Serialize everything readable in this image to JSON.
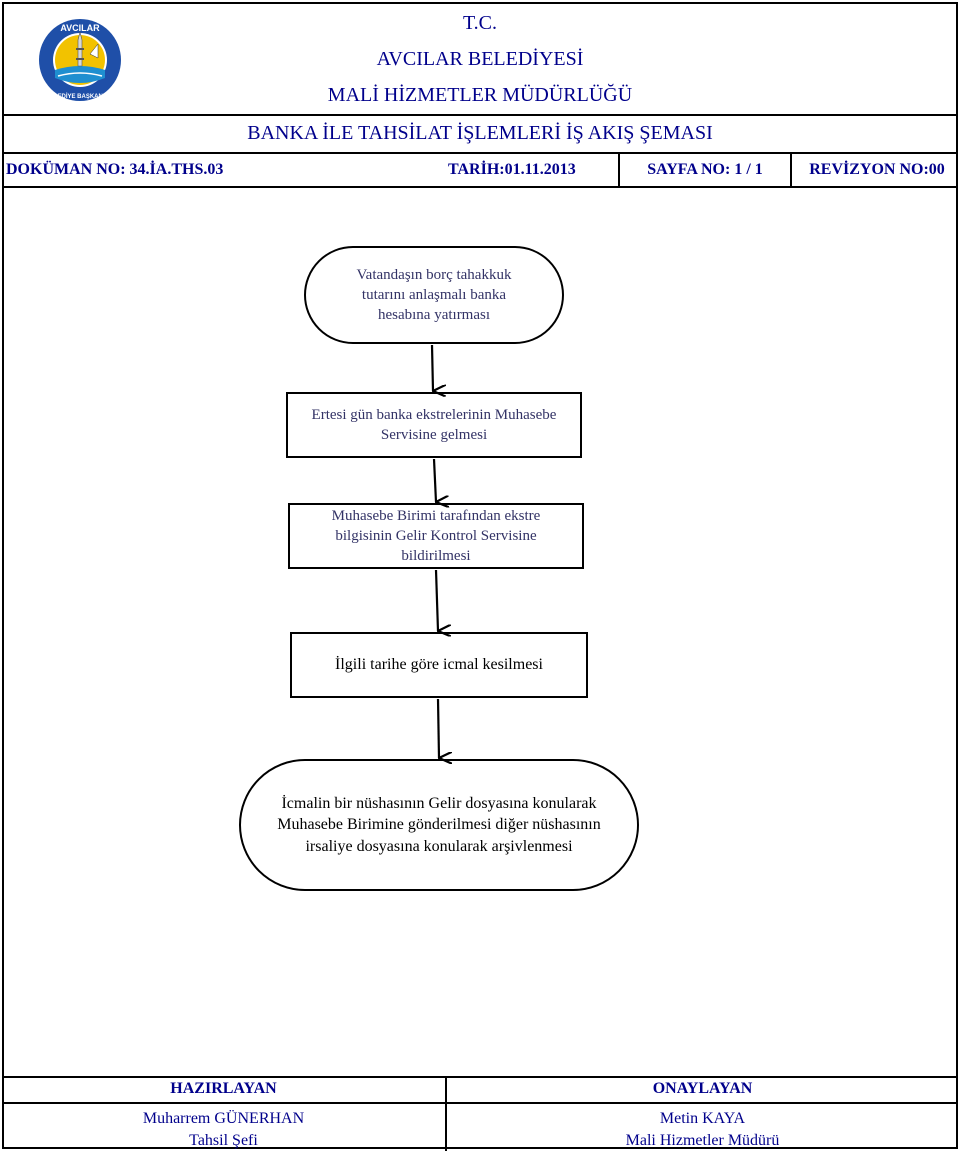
{
  "header": {
    "line1": "T.C.",
    "line2": "AVCILAR BELEDİYESİ",
    "line3": "MALİ HİZMETLER MÜDÜRLÜĞÜ",
    "title": "BANKA İLE TAHSİLAT İŞLEMLERİ İŞ AKIŞ ŞEMASI",
    "logo_text_top": "AVCILAR",
    "logo_text_bottom": "BELEDİYE BAŞKANLIĞI"
  },
  "meta": {
    "doc_no": "DOKÜMAN NO: 34.İA.THS.03",
    "date": "TARİH:01.11.2013",
    "page": "SAYFA NO: 1 / 1",
    "revision": "REVİZYON NO:00"
  },
  "flow": {
    "step1": "Vatandaşın borç tahakkuk\ntutarını anlaşmalı banka\nhesabına yatırması",
    "step2": "Ertesi gün banka ekstrelerinin Muhasebe\nServisine gelmesi",
    "step3": "Muhasebe Birimi tarafından ekstre\nbilgisinin Gelir Kontrol Servisine\nbildirilmesi",
    "step4": "İlgili tarihe göre icmal kesilmesi",
    "step5": "İcmalin  bir nüshasının Gelir dosyasına konularak\nMuhasebe Birimine gönderilmesi diğer nüshasının\nirsaliye dosyasına konularak arşivlenmesi"
  },
  "footer": {
    "prepared_label": "HAZIRLAYAN",
    "prepared_name": "Muharrem GÜNERHAN",
    "prepared_title": "Tahsil Şefi",
    "approved_label": "ONAYLAYAN",
    "approved_name": "Metin KAYA",
    "approved_title": "Mali Hizmetler Müdürü"
  },
  "colors": {
    "header_text": "#00008B",
    "logo_blue": "#1f4fa8",
    "logo_gold": "#f2c200"
  }
}
